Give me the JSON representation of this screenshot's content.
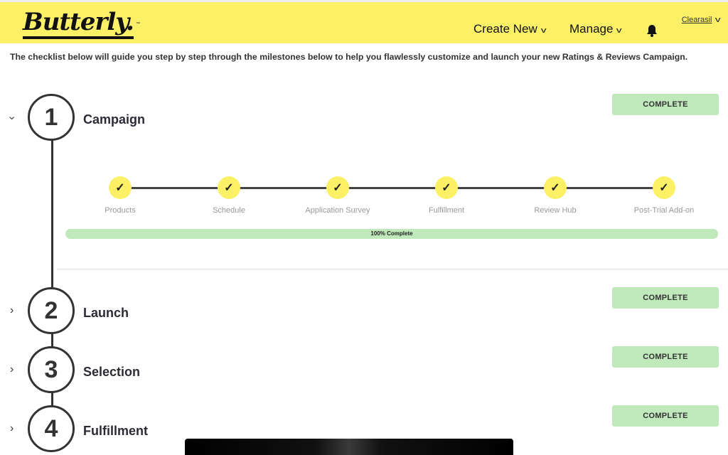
{
  "header": {
    "logo": "Butterly.",
    "logo_tm": "™",
    "nav": [
      {
        "label": "Create New"
      },
      {
        "label": "Manage"
      }
    ],
    "account": "Clearasil"
  },
  "intro": "The checklist below will guide you step by step through the milestones below to help you flawlessly customize and launch your new Ratings & Reviews Campaign.",
  "steps": [
    {
      "number": "1",
      "title": "Campaign",
      "status": "COMPLETE"
    },
    {
      "number": "2",
      "title": "Launch",
      "status": "COMPLETE"
    },
    {
      "number": "3",
      "title": "Selection",
      "status": "COMPLETE"
    },
    {
      "number": "4",
      "title": "Fulfillment",
      "status": "COMPLETE"
    }
  ],
  "milestones": [
    {
      "label": "Products",
      "done": true
    },
    {
      "label": "Schedule",
      "done": true
    },
    {
      "label": "Application Survey",
      "done": true
    },
    {
      "label": "Fulfillment",
      "done": true
    },
    {
      "label": "Review Hub",
      "done": true
    },
    {
      "label": "Post-Trial Add-on",
      "done": true
    }
  ],
  "progress": {
    "percent": 100,
    "label": "100% Complete"
  },
  "colors": {
    "brand": "#fcf166",
    "complete": "#bfe8bb"
  }
}
